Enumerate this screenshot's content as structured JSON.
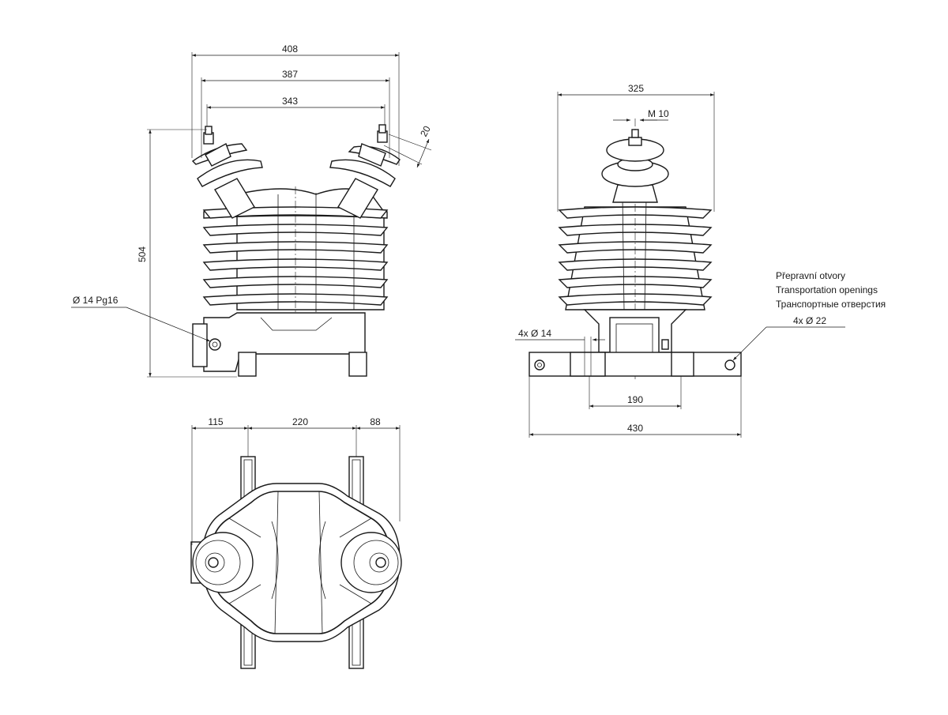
{
  "front_view": {
    "dim_overall_width": "408",
    "dim_flange_width": "387",
    "dim_terminal_spacing": "343",
    "dim_terminal_offset": "20",
    "dim_height": "504",
    "cable_gland": "Ø 14 Pg16"
  },
  "side_view": {
    "dim_top_width": "325",
    "thread": "M 10",
    "mount_holes": "4x  Ø  14",
    "dim_hole_spacing": "190",
    "dim_base_length": "430",
    "transport_cz": "Přepravní otvory",
    "transport_en": "Transportation openings",
    "transport_ru": "Транспортные отверстия",
    "transport_holes": "4x    Ø  22"
  },
  "top_view": {
    "dim_left": "115",
    "dim_middle": "220",
    "dim_right": "88"
  }
}
